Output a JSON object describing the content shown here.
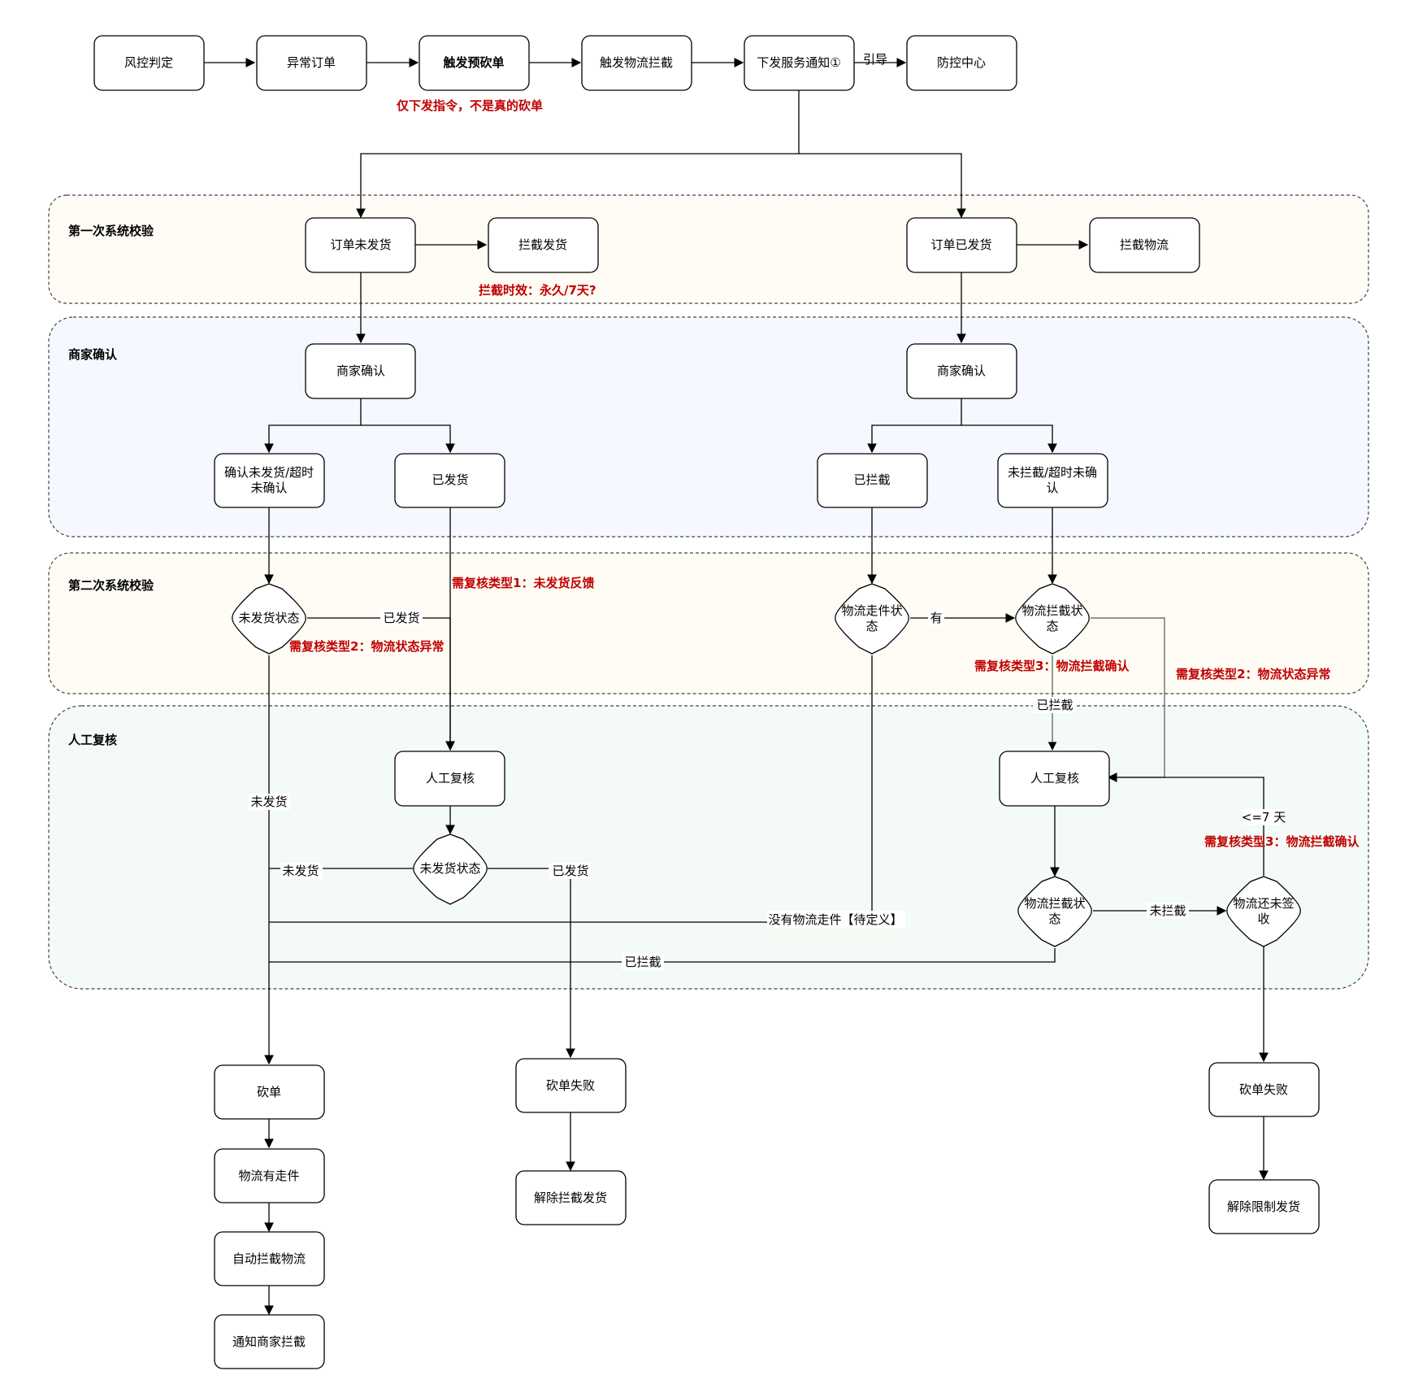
{
  "colors": {
    "lane_check1": "#fffcf5",
    "lane_merchant": "#f5f8fe",
    "lane_check2": "#fffcf5",
    "lane_manual": "#f4faf5",
    "annotation_red": "#c00000"
  },
  "lanes": {
    "check1": "第一次系统校验",
    "merchant": "商家确认",
    "check2": "第二次系统校验",
    "manual": "人工复核"
  },
  "nodes": {
    "risk_judge": "风控判定",
    "abnormal_order": "异常订单",
    "trigger_pre_cut": "触发预砍单",
    "trigger_logistics_intercept": "触发物流拦截",
    "send_service_notice": "下发服务通知①",
    "control_center": "防控中心",
    "order_unshipped": "订单未发货",
    "intercept_shipping": "拦截发货",
    "order_shipped": "订单已发货",
    "intercept_logistics": "拦截物流",
    "merchant_confirm_left": "商家确认",
    "merchant_confirm_right": "商家确认",
    "confirm_unshipped_timeout": [
      "确认未发货/超时",
      "未确认"
    ],
    "shipped": "已发货",
    "intercepted": "已拦截",
    "not_intercepted_timeout": [
      "未拦截/超时未确",
      "认"
    ],
    "unshipped_status_1": "未发货状态",
    "logistics_moving_status": [
      "物流走件状",
      "态"
    ],
    "logistics_intercept_status_1": [
      "物流拦截状",
      "态"
    ],
    "manual_review_left": "人工复核",
    "manual_review_right": "人工复核",
    "unshipped_status_2": "未发货状态",
    "logistics_intercept_status_2": [
      "物流拦截状",
      "态"
    ],
    "logistics_not_signed": [
      "物流还未签",
      "收"
    ],
    "cut_order": "砍单",
    "logistics_has_moving": "物流有走件",
    "auto_intercept_logistics": "自动拦截物流",
    "notify_merchant_intercept": "通知商家拦截",
    "cut_failed_mid": "砍单失败",
    "release_intercept_shipping": "解除拦截发货",
    "cut_failed_right": "砍单失败",
    "release_restrict_shipping": "解除限制发货"
  },
  "edge_labels": {
    "guide": "引导",
    "shipped_a": "已发货",
    "has": "有",
    "intercepted_a": "已拦截",
    "unshipped_a": "未发货",
    "unshipped_b": "未发货",
    "shipped_b": "已发货",
    "no_logistics": "没有物流走件【待定义】",
    "not_intercepted": "未拦截",
    "intercepted_b": "已拦截",
    "within_7_days": "<=7 天"
  },
  "annotations": {
    "only_command": "仅下发指令，不是真的砍单",
    "intercept_validity": "拦截时效：永久/7天?",
    "review_type1": "需复核类型1：未发货反馈",
    "review_type2_left": "需复核类型2：物流状态异常",
    "review_type3_mid": "需复核类型3：物流拦截确认",
    "review_type2_right": "需复核类型2：物流状态异常",
    "review_type3_right": "需复核类型3：物流拦截确认"
  }
}
